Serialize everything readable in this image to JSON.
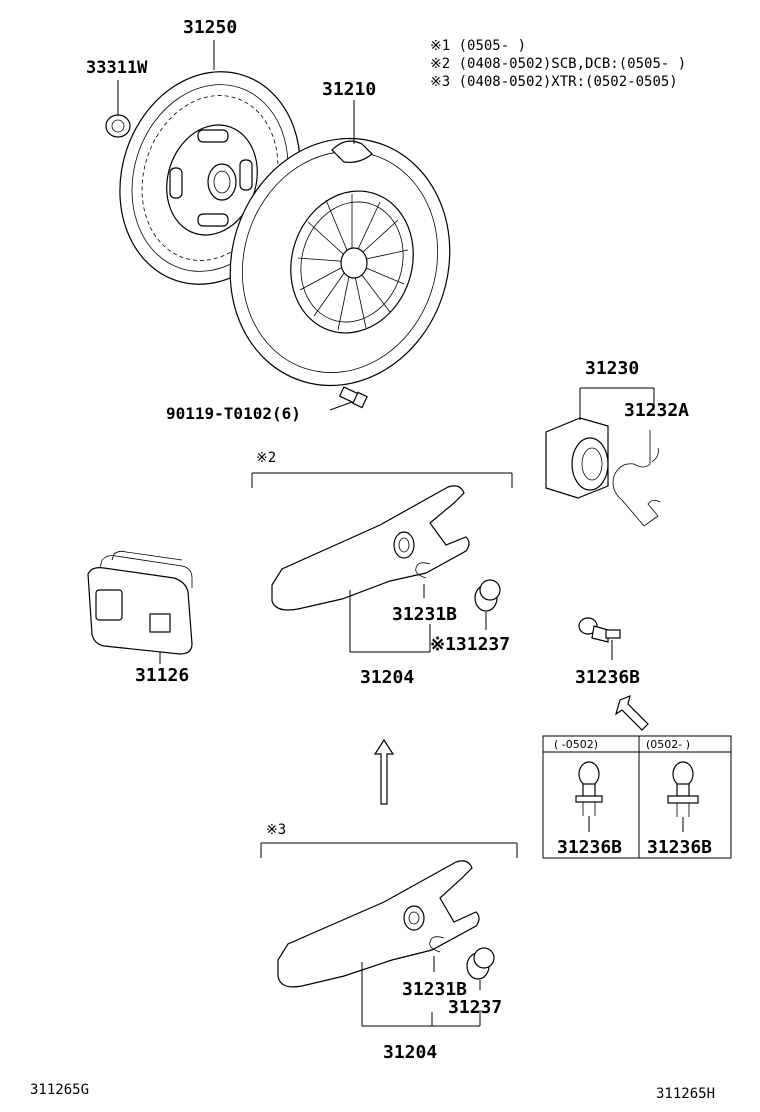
{
  "notes": {
    "n1": "※1  (0505-    )",
    "n2": "※2  (0408-0502)SCB,DCB:(0505-    )",
    "n3": "※3  (0408-0502)XTR:(0502-0505)"
  },
  "labels": {
    "clutch_disc": "31250",
    "bearing_33311w": "33311W",
    "pressure_plate": "31210",
    "bolt": "90119-T0102(6)",
    "release_bearing": "31230",
    "clip": "31232A",
    "group2_mark": "※2",
    "group3_mark": "※3",
    "boot": "31126",
    "fork_upper": "31204",
    "spring_upper": "31231B",
    "pivot_upper": "※131237",
    "ball_stud": "31236B",
    "fork_lower": "31204",
    "spring_lower": "31231B",
    "pivot_lower": "31237",
    "inset_left_head": "(     -0502)",
    "inset_right_head": "(0502-     )",
    "inset_left_part": "31236B",
    "inset_right_part": "31236B",
    "code_left": "311265G",
    "code_right": "311265H"
  }
}
